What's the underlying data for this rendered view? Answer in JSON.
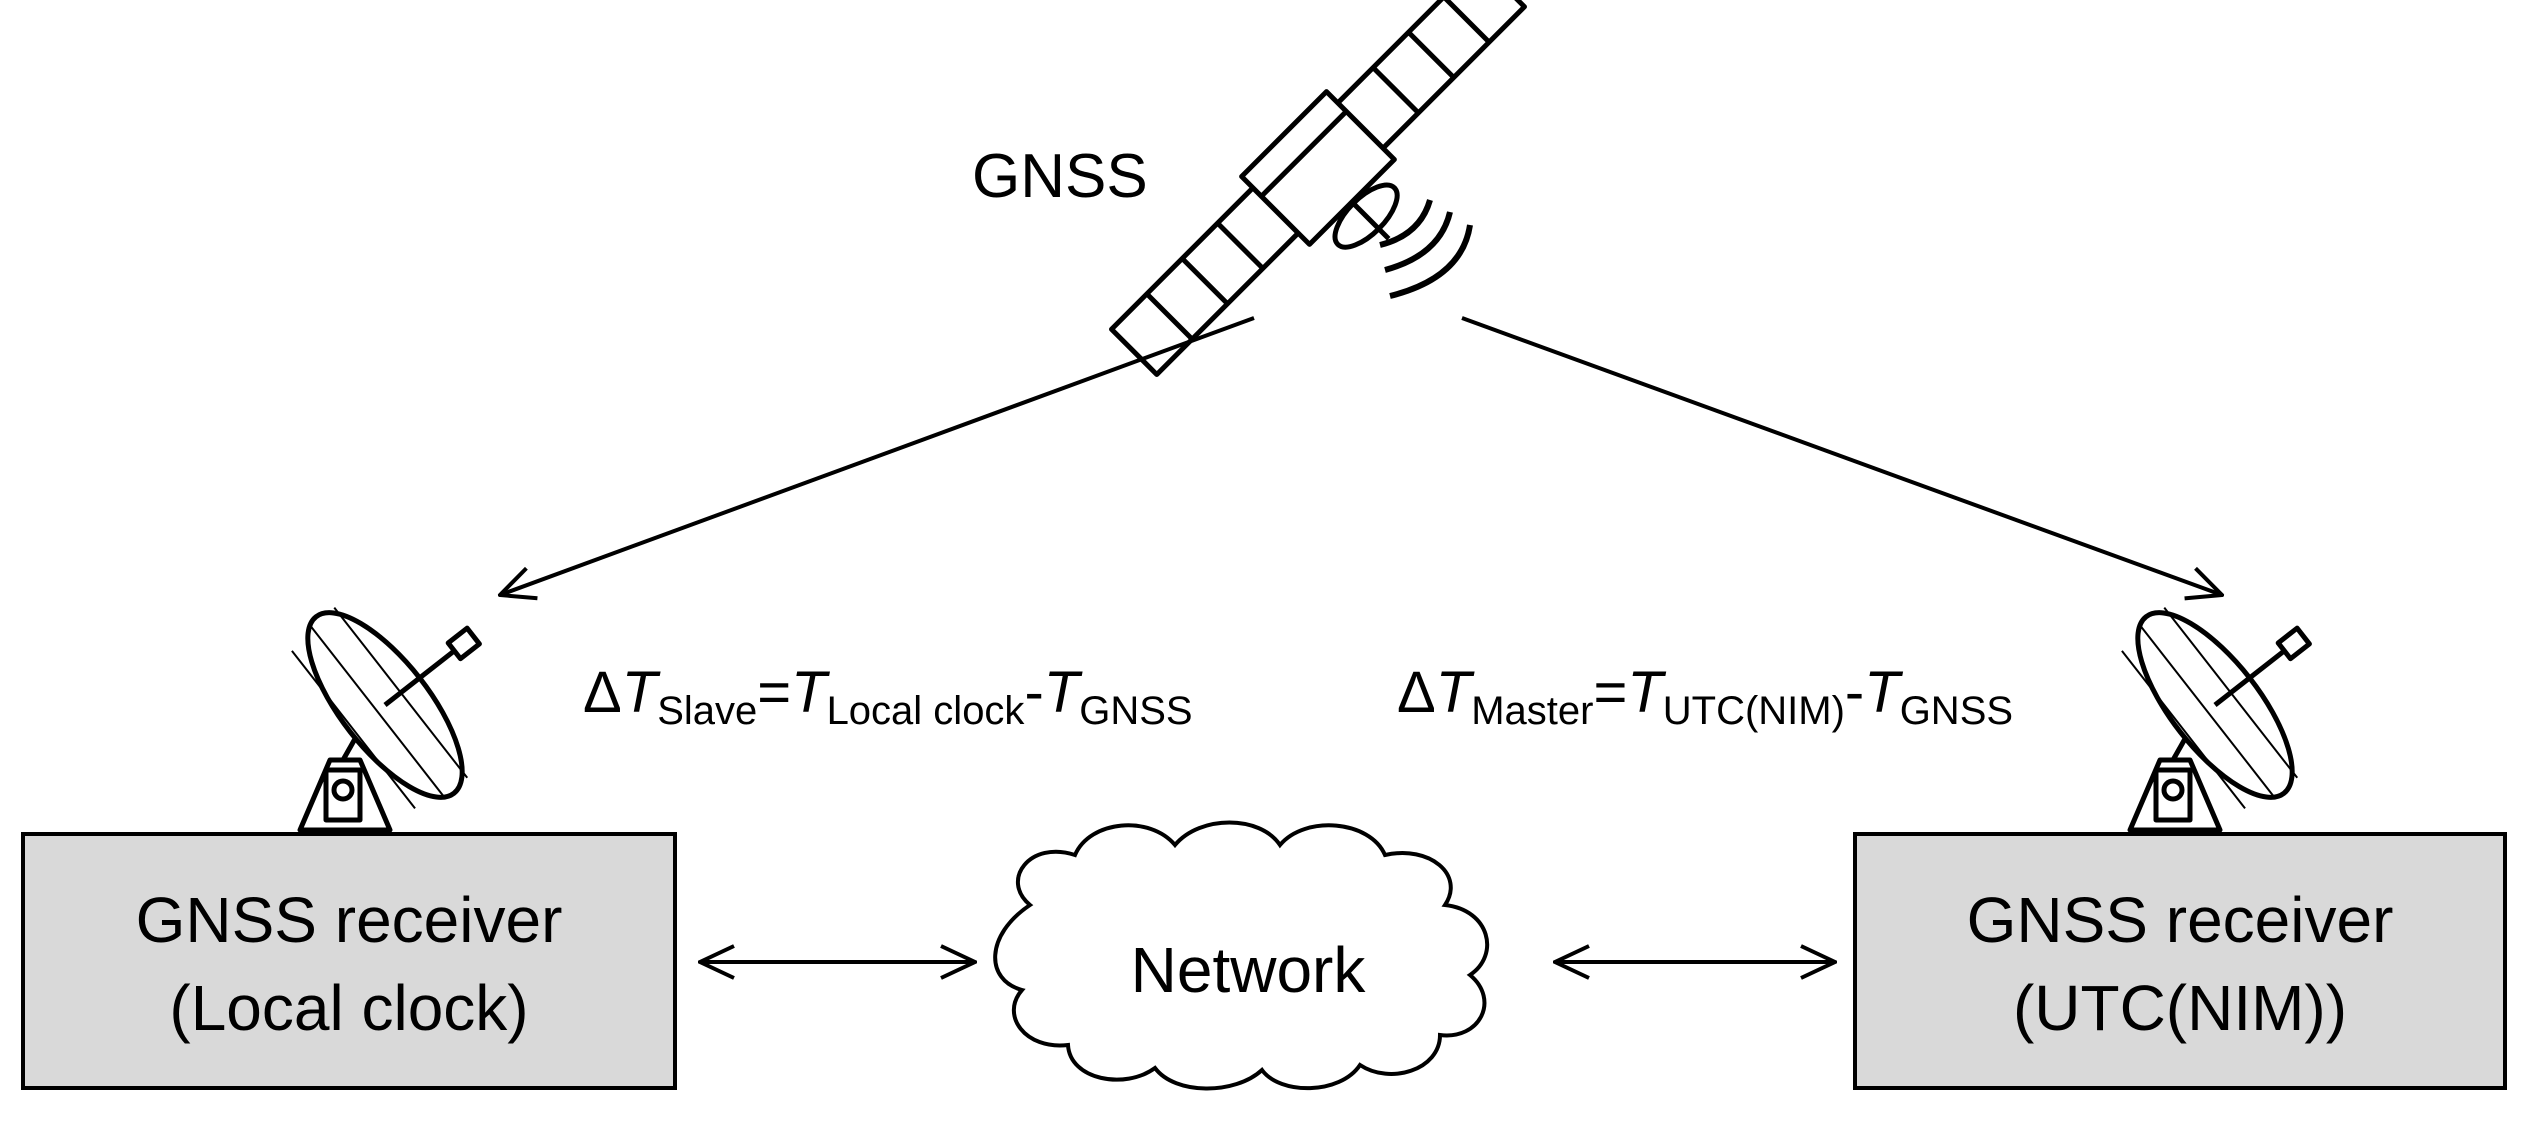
{
  "satellite": {
    "label": "GNSS"
  },
  "left_receiver": {
    "line1": "GNSS receiver",
    "line2": "(Local clock)"
  },
  "right_receiver": {
    "line1": "GNSS receiver",
    "line2": "(UTC(NIM))"
  },
  "network": {
    "label": "Network"
  },
  "left_equation": {
    "delta": "Δ",
    "var1": "T",
    "sub1": "Slave",
    "eq": "=",
    "var2": "T",
    "sub2": "Local clock",
    "minus": "-",
    "var3": "T",
    "sub3": "GNSS"
  },
  "right_equation": {
    "delta": "Δ",
    "var1": "T",
    "sub1": "Master",
    "eq": "=",
    "var2": "T",
    "sub2": "UTC(NIM)",
    "minus": "-",
    "var3": "T",
    "sub3": "GNSS"
  },
  "colors": {
    "box_fill": "#d9d9d9",
    "stroke": "#000000",
    "background": "#ffffff"
  }
}
